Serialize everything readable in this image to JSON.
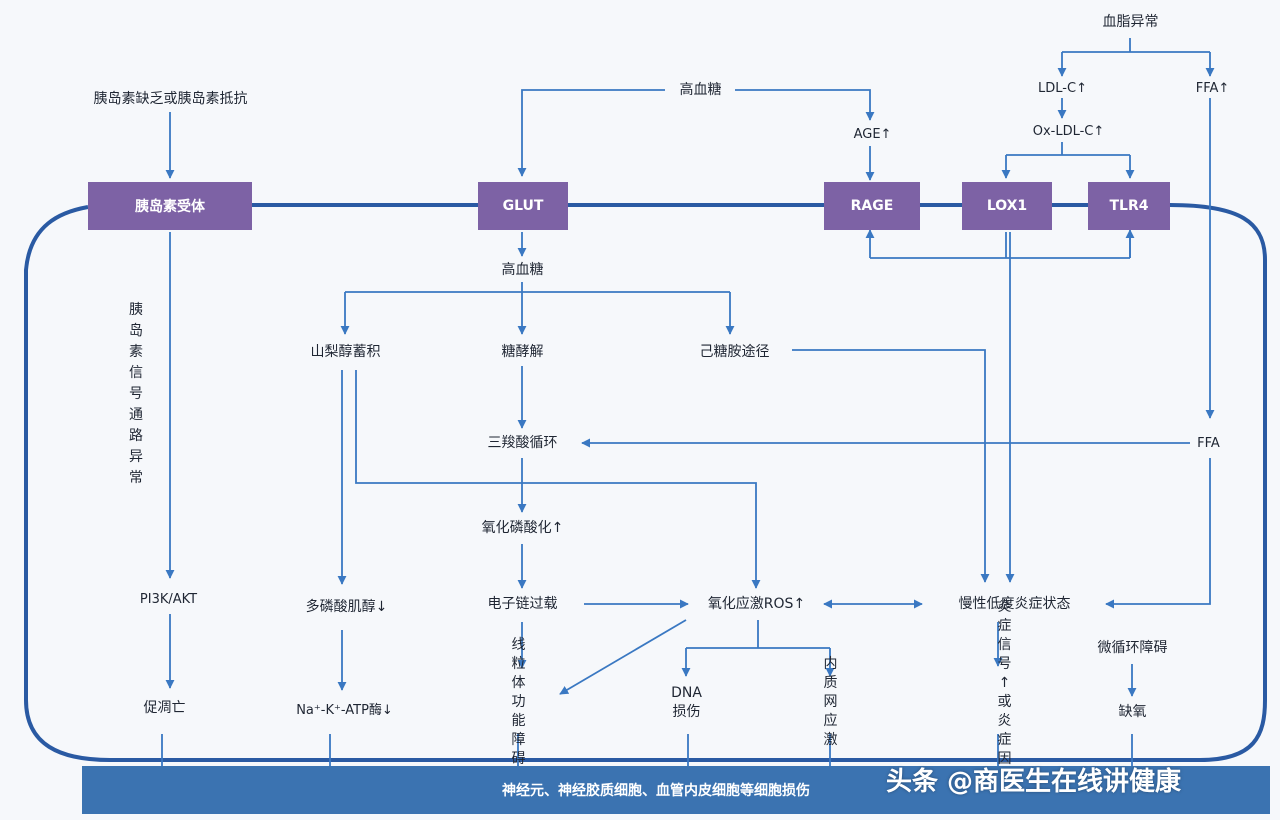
{
  "nodes": {
    "insulin_def": "胰岛素缺乏或胰岛素抵抗",
    "insulin_receptor": "胰岛素受体",
    "hyperglycemia_top": "高血糖",
    "glut": "GLUT",
    "age": "AGE↑",
    "rage": "RAGE",
    "dyslipidemia": "血脂异常",
    "ldl": "LDL-C↑",
    "ffa_top": "FFA↑",
    "oxldl": "Ox-LDL-C↑",
    "lox1": "LOX1",
    "tlr4": "TLR4",
    "hyperglycemia_mid": "高血糖",
    "sorbitol": "山梨醇蓄积",
    "glycolysis": "糖酵解",
    "hexosamine": "己糖胺途径",
    "tca": "三羧酸循环",
    "ffa_mid": "FFA",
    "insulin_signal": "胰岛素信号通路异常",
    "oxphos": "氧化磷酸化↑",
    "pi3k": "PI3K/AKT",
    "inositol": "多磷酸肌醇↓",
    "etc": "电子链过载",
    "ros": "氧化应激ROS↑",
    "inflammation": "慢性低度炎症状态",
    "apoptosis": "促凋亡",
    "atpase": "Na⁺-K⁺-ATP酶↓",
    "mito": "线粒体\n功能障碍",
    "dna": "DNA\n损伤",
    "er": "内质网\n应激",
    "inflam_signal": "炎症信号↑\n或炎症因子↑",
    "microcirc": "微循环障碍",
    "hypoxia": "缺氧"
  },
  "bottom_bar": "神经元、神经胶质细胞、血管内皮细胞等细胞损伤",
  "watermark": "头条 @商医生在线讲健康",
  "colors": {
    "arrow": "#3a78c2",
    "membrane": "#2a5aa3",
    "receptor_box": "#7d62a5",
    "bottom_bar": "#3b73b1"
  }
}
